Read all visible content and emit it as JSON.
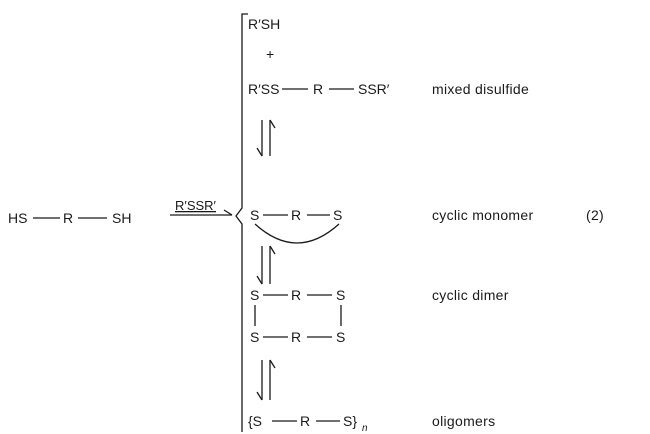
{
  "reactant": {
    "hs_left": "HS",
    "r": "R",
    "sh_right": "SH"
  },
  "reagent": "R′SSR′",
  "products": {
    "thiol": "R′SH",
    "plus": "+",
    "mixed": {
      "left": "R′SS",
      "r": "R",
      "right": "SSR′",
      "label": "mixed disulfide"
    },
    "cyclic_monomer": {
      "s1": "S",
      "r": "R",
      "s2": "S",
      "label": "cyclic monomer"
    },
    "cyclic_dimer": {
      "top": {
        "s1": "S",
        "r": "R",
        "s2": "S"
      },
      "bottom": {
        "s1": "S",
        "r": "R",
        "s2": "S"
      },
      "label": "cyclic dimer"
    },
    "oligomers": {
      "open": "{S",
      "r": "R",
      "close": "S}",
      "n": "n",
      "label": "oligomers"
    }
  },
  "equation_number": "(2)"
}
